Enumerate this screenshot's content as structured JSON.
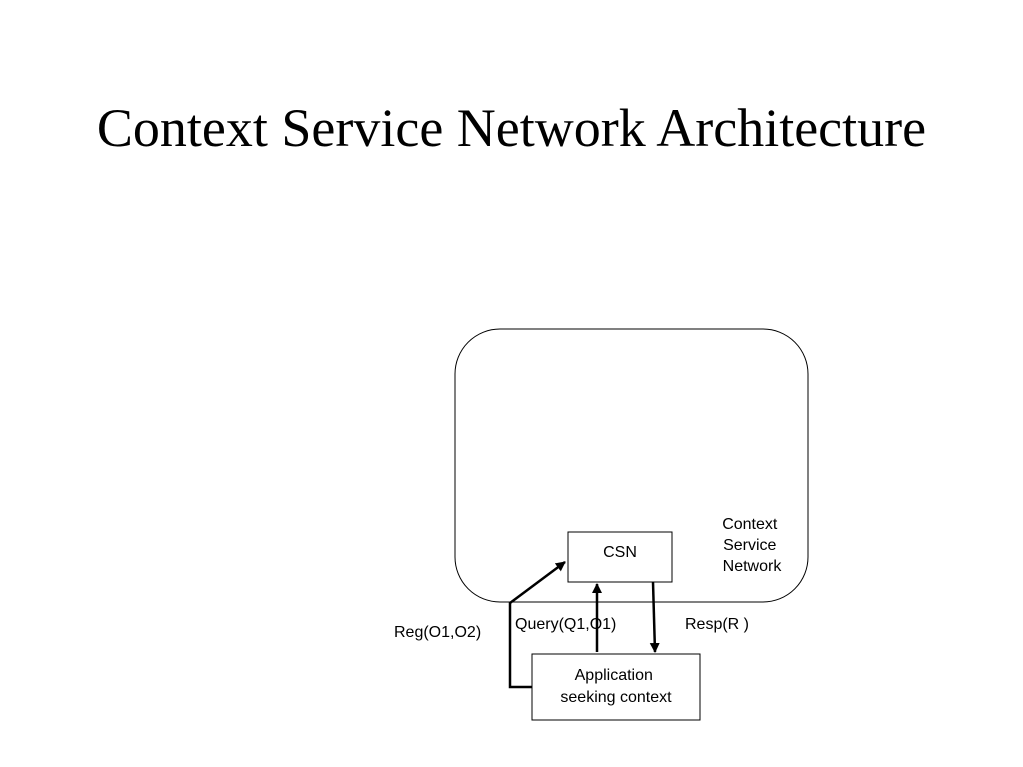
{
  "title": "Context Service Network Architecture",
  "diagram": {
    "network_label_lines": [
      "Context",
      "Service",
      "Network"
    ],
    "csn_label": "CSN",
    "app_label_lines": [
      "Application",
      "seeking context"
    ],
    "edge_labels": {
      "register": "Reg(O1,O2)",
      "query": "Query(Q1,O1)",
      "response": "Resp(R )"
    }
  }
}
